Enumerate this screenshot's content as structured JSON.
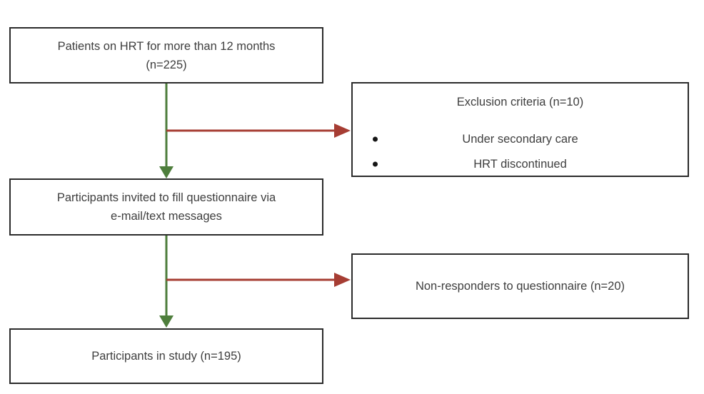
{
  "colors": {
    "background": "#ffffff",
    "box_border": "#2b2b2b",
    "text": "#3e3e3e",
    "green_arrow": "#4e7e3c",
    "red_arrow": "#a63d33",
    "bullet": "#151515"
  },
  "diagram": {
    "boxes": {
      "patients": {
        "lines": [
          "Patients on HRT for more than 12 months",
          "(n=225)"
        ]
      },
      "invited": {
        "lines": [
          "Participants invited to fill questionnaire via",
          "e-mail/text messages"
        ]
      },
      "study": {
        "lines": [
          "Participants in study (n=195)"
        ]
      },
      "exclusion": {
        "title": "Exclusion criteria (n=10)",
        "bullets": [
          "Under secondary care",
          "HRT discontinued"
        ]
      },
      "nonresponders": {
        "title": "Non-responders to questionnaire (n=20)"
      }
    },
    "arrows": [
      {
        "from": "patients",
        "to": "invited",
        "color_key": "green_arrow"
      },
      {
        "from": "patients-invited-connector",
        "to": "exclusion",
        "color_key": "red_arrow"
      },
      {
        "from": "invited",
        "to": "study",
        "color_key": "green_arrow"
      },
      {
        "from": "invited-study-connector",
        "to": "nonresponders",
        "color_key": "red_arrow"
      }
    ]
  }
}
